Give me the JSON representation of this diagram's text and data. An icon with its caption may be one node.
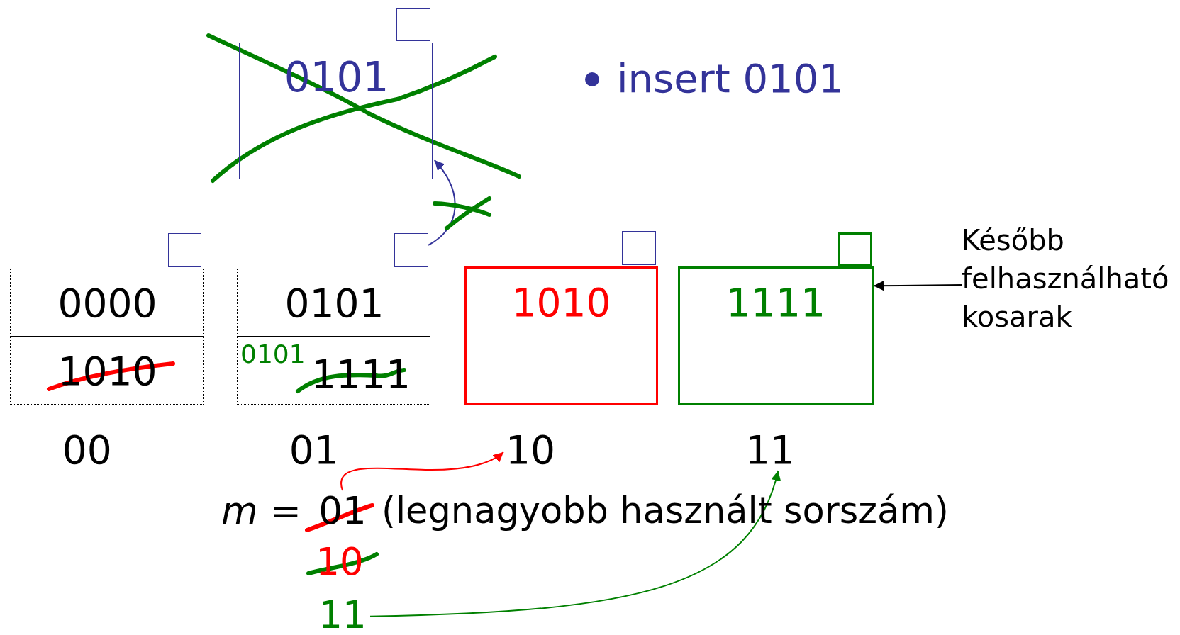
{
  "diagram": {
    "nodes": [
      {
        "text": [
          "0101"
        ]
      },
      {
        "text": [],
        "shape": "box"
      },
      {
        "text": [],
        "shape": "box"
      },
      {
        "text": [
          "0000",
          "1010"
        ],
        "beside": [
          "00"
        ]
      },
      {
        "text": [],
        "shape": "box"
      },
      {
        "text": [
          "0101",
          "0101",
          "1111"
        ],
        "beside": [
          "01"
        ]
      },
      {
        "text": [],
        "shape": "box"
      },
      {
        "text": [
          "1010"
        ]
      },
      {
        "text": [],
        "shape": "box"
      },
      {
        "text": [
          "1111"
        ]
      },
      {
        "text": [
          "Később felhasználható kosarak"
        ]
      },
      {
        "text": [
          "10"
        ]
      },
      {
        "text": [
          "11"
        ]
      },
      {
        "text": [
          "01"
        ]
      },
      {
        "text": [
          "10"
        ]
      },
      {
        "text": [
          "11"
        ]
      }
    ],
    "edges": [
      {
        "from": 4,
        "to": 0,
        "arrow": "to",
        "color": "#333399"
      },
      {
        "from": 10,
        "to": 9,
        "arrow": "to",
        "color": "#000000"
      },
      {
        "from": 13,
        "to": 11,
        "arrow": "to",
        "color": "#ff0000"
      },
      {
        "from": 15,
        "to": 12,
        "arrow": "to",
        "color": "#008000"
      }
    ],
    "labels": [
      "insert 0101",
      "*m* =",
      "(legnagyobb használt sorszám)"
    ]
  }
}
